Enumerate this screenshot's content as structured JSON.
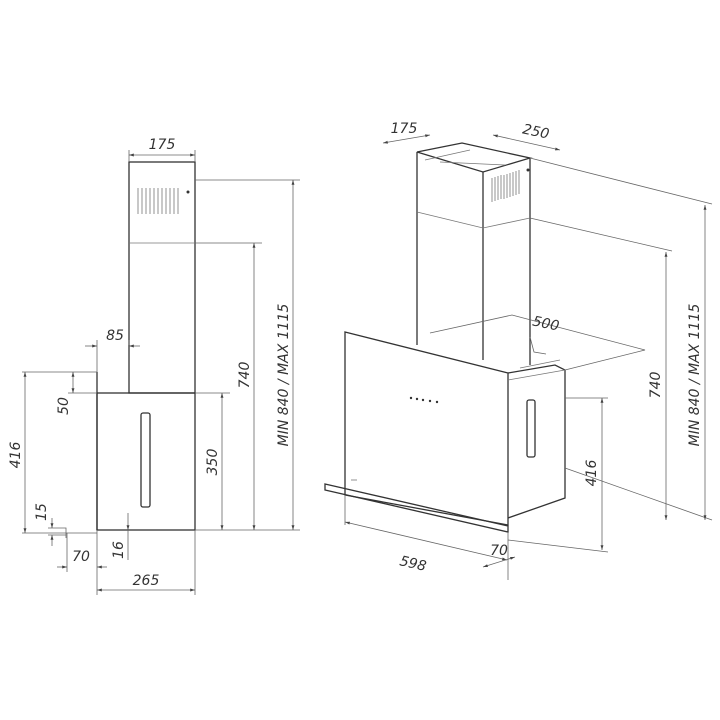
{
  "side_view": {
    "chimney_width": "175",
    "total_height": "MIN 840 / MAX 1115",
    "chimney_height": "740",
    "body_height": "350",
    "offset_top": "85",
    "glass_offset": "50",
    "glass_height": "416",
    "bottom_offset": "15",
    "front_depth": "70",
    "panel_thickness": "16",
    "depth": "265"
  },
  "iso_view": {
    "chimney_depth": "175",
    "chimney_width": "250",
    "body_depth": "500",
    "chimney_height": "740",
    "total_height": "MIN 840 / MAX 1115",
    "glass_height": "416",
    "width": "598",
    "front_depth": "70"
  }
}
